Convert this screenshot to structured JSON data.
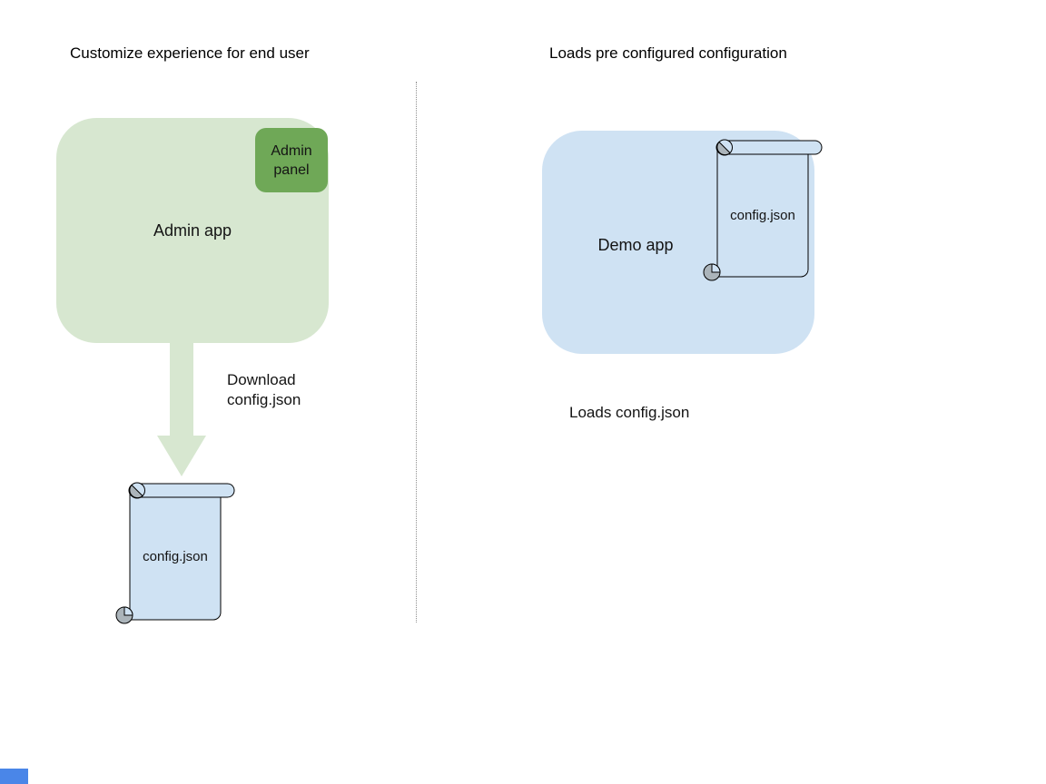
{
  "colors": {
    "green_light": "#d7e7d0",
    "green_dark": "#6fa857",
    "blue_light": "#cfe2f3",
    "curl_gray": "#abb4ba",
    "outline": "#000000",
    "divider": "#8f8f8f",
    "corner_bar": "#4a86e8",
    "text": "#141414"
  },
  "left_panel": {
    "title": "Customize experience for end user",
    "admin_app_label": "Admin app",
    "admin_panel_label": "Admin\npanel",
    "download_label": "Download\nconfig.json",
    "config_file_label": "config.json"
  },
  "right_panel": {
    "title": "Loads pre configured configuration",
    "demo_app_label": "Demo app",
    "config_file_label": "config.json",
    "caption": "Loads config.json"
  }
}
